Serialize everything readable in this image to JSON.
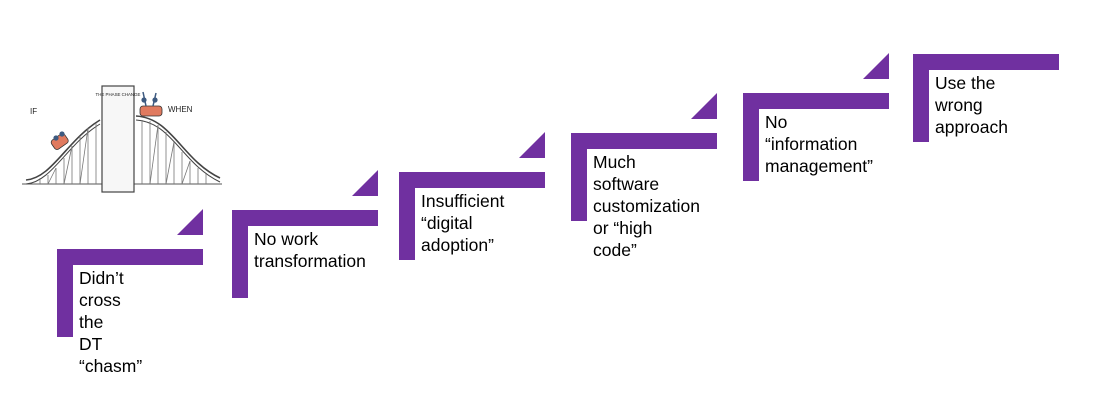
{
  "illustration": {
    "if_label": "IF",
    "when_label": "WHEN",
    "wall_label": "THE PHASE CHANGE"
  },
  "steps": [
    {
      "label": "Didn’t cross the\nDT “chasm”"
    },
    {
      "label": "No work\ntransformation"
    },
    {
      "label": "Insufficient\n“digital\nadoption”"
    },
    {
      "label": "Much software\ncustomization\nor “high code”"
    },
    {
      "label": "No\n“information\nmanagement”"
    },
    {
      "label": "Use the wrong\napproach"
    }
  ],
  "colors": {
    "accent": "#7030a0",
    "text": "#000000"
  }
}
